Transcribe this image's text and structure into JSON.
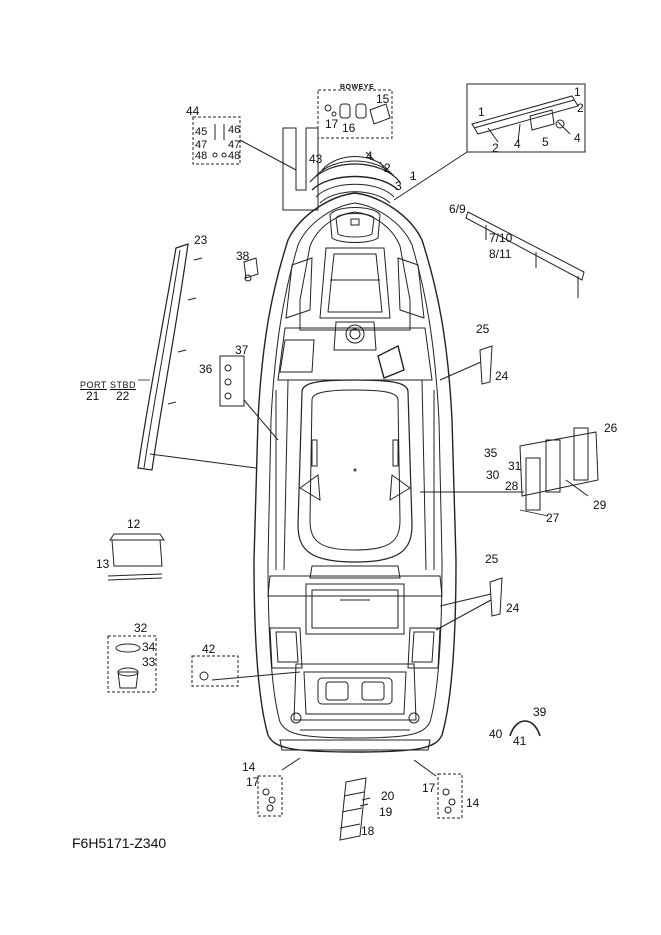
{
  "diagram": {
    "code": "F6H5171-Z340",
    "group_titles": {
      "boweye": "BOWEYE"
    },
    "side_labels": {
      "port": "PORT",
      "stbd": "STBD"
    },
    "callouts": [
      {
        "id": "c1a",
        "text": "1"
      },
      {
        "id": "c2a",
        "text": "2"
      },
      {
        "id": "c3a",
        "text": "3"
      },
      {
        "id": "c4a",
        "text": "4"
      },
      {
        "id": "c1b",
        "text": "1"
      },
      {
        "id": "c1c",
        "text": "1"
      },
      {
        "id": "c2b",
        "text": "2"
      },
      {
        "id": "c2c",
        "text": "2"
      },
      {
        "id": "c4b",
        "text": "4"
      },
      {
        "id": "c4c",
        "text": "4"
      },
      {
        "id": "c5",
        "text": "5"
      },
      {
        "id": "c15",
        "text": "15"
      },
      {
        "id": "c16",
        "text": "16"
      },
      {
        "id": "c17a",
        "text": "17"
      },
      {
        "id": "c43",
        "text": "43"
      },
      {
        "id": "c44",
        "text": "44"
      },
      {
        "id": "c45",
        "text": "45"
      },
      {
        "id": "c46",
        "text": "46"
      },
      {
        "id": "c47a",
        "text": "47"
      },
      {
        "id": "c47b",
        "text": "47"
      },
      {
        "id": "c48a",
        "text": "48"
      },
      {
        "id": "c48b",
        "text": "48"
      },
      {
        "id": "c6_9",
        "text": "6/9"
      },
      {
        "id": "c7_10",
        "text": "7/10"
      },
      {
        "id": "c8_11",
        "text": "8/11"
      },
      {
        "id": "c23",
        "text": "23"
      },
      {
        "id": "c38",
        "text": "38"
      },
      {
        "id": "c37",
        "text": "37"
      },
      {
        "id": "c36",
        "text": "36"
      },
      {
        "id": "c21",
        "text": "21"
      },
      {
        "id": "c22",
        "text": "22"
      },
      {
        "id": "c25a",
        "text": "25"
      },
      {
        "id": "c24a",
        "text": "24"
      },
      {
        "id": "c26",
        "text": "26"
      },
      {
        "id": "c35",
        "text": "35"
      },
      {
        "id": "c31",
        "text": "31"
      },
      {
        "id": "c30",
        "text": "30"
      },
      {
        "id": "c28",
        "text": "28"
      },
      {
        "id": "c29",
        "text": "29"
      },
      {
        "id": "c27",
        "text": "27"
      },
      {
        "id": "c12",
        "text": "12"
      },
      {
        "id": "c13",
        "text": "13"
      },
      {
        "id": "c32",
        "text": "32"
      },
      {
        "id": "c34",
        "text": "34"
      },
      {
        "id": "c33",
        "text": "33"
      },
      {
        "id": "c42",
        "text": "42"
      },
      {
        "id": "c25b",
        "text": "25"
      },
      {
        "id": "c24b",
        "text": "24"
      },
      {
        "id": "c39",
        "text": "39"
      },
      {
        "id": "c40",
        "text": "40"
      },
      {
        "id": "c41",
        "text": "41"
      },
      {
        "id": "c14a",
        "text": "14"
      },
      {
        "id": "c17b",
        "text": "17"
      },
      {
        "id": "c20",
        "text": "20"
      },
      {
        "id": "c19",
        "text": "19"
      },
      {
        "id": "c18",
        "text": "18"
      },
      {
        "id": "c17c",
        "text": "17"
      },
      {
        "id": "c14b",
        "text": "14"
      }
    ]
  }
}
